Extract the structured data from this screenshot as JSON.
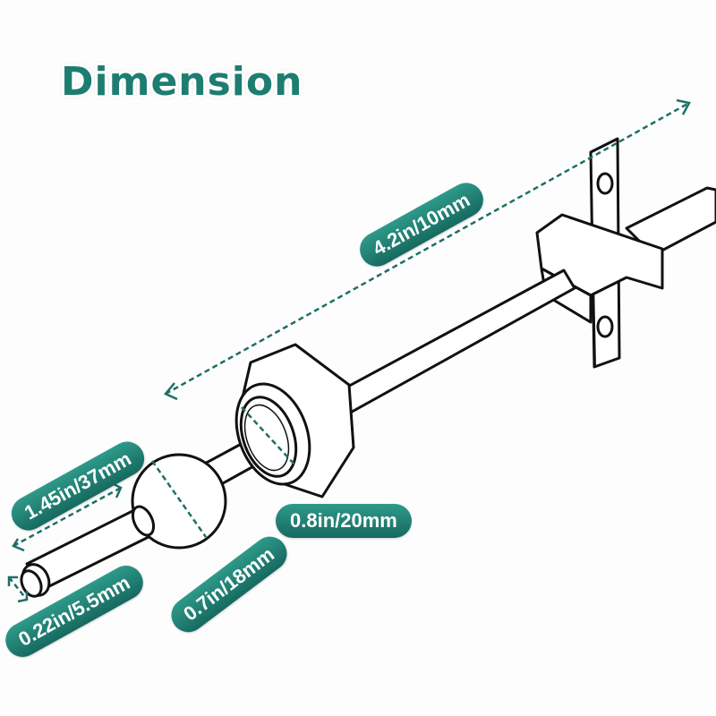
{
  "title": "Dimension",
  "accent_color": "#1d7d70",
  "labels": {
    "rod_length": "4.2in/10mm",
    "tip_length": "1.45in/37mm",
    "tip_diameter": "0.22in/5.5mm",
    "ball_diameter": "0.7in/18mm",
    "nut_diameter": "0.8in/20mm"
  }
}
